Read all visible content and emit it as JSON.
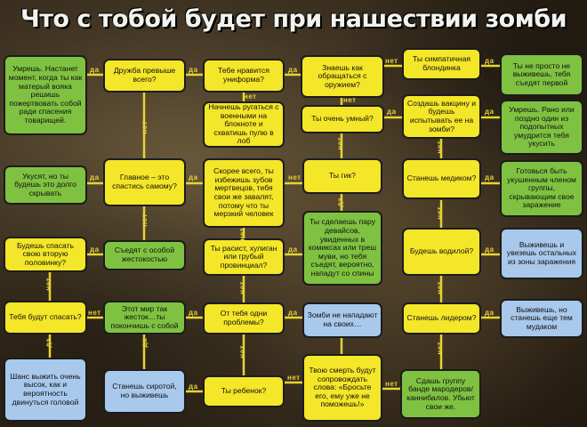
{
  "title": "Что с тобой будет при нашествии зомби",
  "colors": {
    "question": "#f4e628",
    "outcome_bad": "#7fc241",
    "outcome_good": "#a8c8ec"
  },
  "labels": {
    "yes": "да",
    "no": "нет"
  },
  "nodes": {
    "die_sacrifice": "Умрешь. Настанет момент, когда ты как матерый вояка решишь пожертвовать собой ради спасения товарищей.",
    "friendship": "Дружба превыше всего?",
    "uniform": "Тебе нравится униформа?",
    "weapons": "Знаешь как обращаться с оружием?",
    "blonde": "Ты симпатичная блондинка",
    "eaten_first": "Ты не просто не выживешь, тебя съедят первой",
    "notebook": "Начнешь ругаться с военными на блокноте и схватишь пулю в лоб",
    "smart": "Ты очень умный?",
    "vaccine": "Создашь вакцину и будешь испытывать ее на зомби?",
    "die_late": "Умрешь. Рано или поздно один из подопытных умудрится тебя укусить",
    "bitten": "Укусят, но ты будешь это долго скрывать",
    "save_self": "Главное – это спастись самому?",
    "zombie_teeth": "Скорее всего, ты избежишь зубов мертвецов, тебя свои же завалят, потому что ты мерзкий человек",
    "geek": "Ты гик?",
    "medic": "Станешь медиком?",
    "ready_die": "Готовься быть укушенным членом группы, скрывающим свое заражение",
    "second_half": "Будешь спасать свою вторую половинку?",
    "cruelty": "Съедят с особой жестокостью",
    "racist": "Ты расист, хулиган или грубый провинциал?",
    "zombie_movies": "Ты сделаешь пару девайсов, увиденных в комиксах или треш муви, но тебя съедят, вероятно, нападут со спины",
    "driver": "Будешь водилой?",
    "survive_zone": "Выживешь и увезешь остальных из зоны заражения",
    "will_save": "Тебя будут спасать?",
    "world_cruel": "Этот мир так жесток…ты покончишь с собой",
    "problems": "От тебя одни проблемы?",
    "zombies_no_attack": "Зомби не нападают на своих…",
    "leader": "Станешь лидером?",
    "survive_jerk": "Выживешь, но станешь еще тем мудаком",
    "chance": "Шанс выжить очень высок, как и вероятность двинуться головой",
    "orphan": "Станешь сиротой, но выживешь",
    "child": "Ты ребенок?",
    "death_words": "Твою смерть будут сопровождать слова: «Бросьте его, ему уже не поможешь!»",
    "surrender": "Сдашь группу банде мародеров/каннибалов. Убьют свои же."
  }
}
